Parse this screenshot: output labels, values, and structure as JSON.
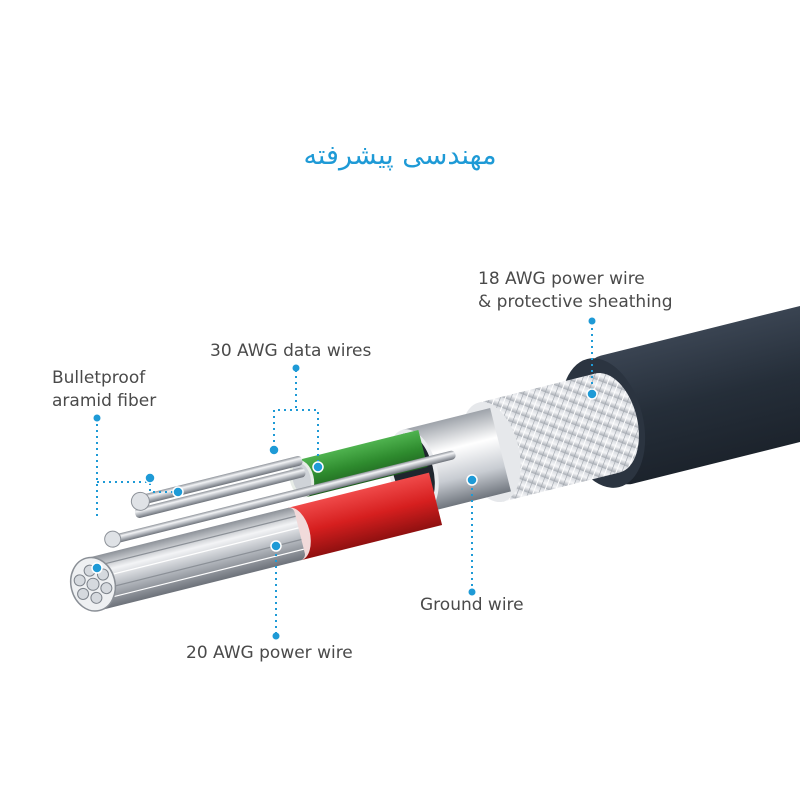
{
  "title": "مهندسی پیشرفته",
  "labels": {
    "power_18": {
      "line1": "18 AWG power wire",
      "line2": "& protective sheathing"
    },
    "data_30": {
      "line1": "30 AWG data wires"
    },
    "aramid": {
      "line1": "Bulletproof",
      "line2": "aramid fiber"
    },
    "ground": {
      "line1": "Ground wire"
    },
    "power_20": {
      "line1": "20 AWG power wire"
    }
  },
  "colors": {
    "accent": "#1e9ad6",
    "jacket": "#2a3441",
    "green_insulation": "#2e8b2e",
    "red_insulation": "#d61f1f",
    "copper": "#c9ccd1"
  }
}
